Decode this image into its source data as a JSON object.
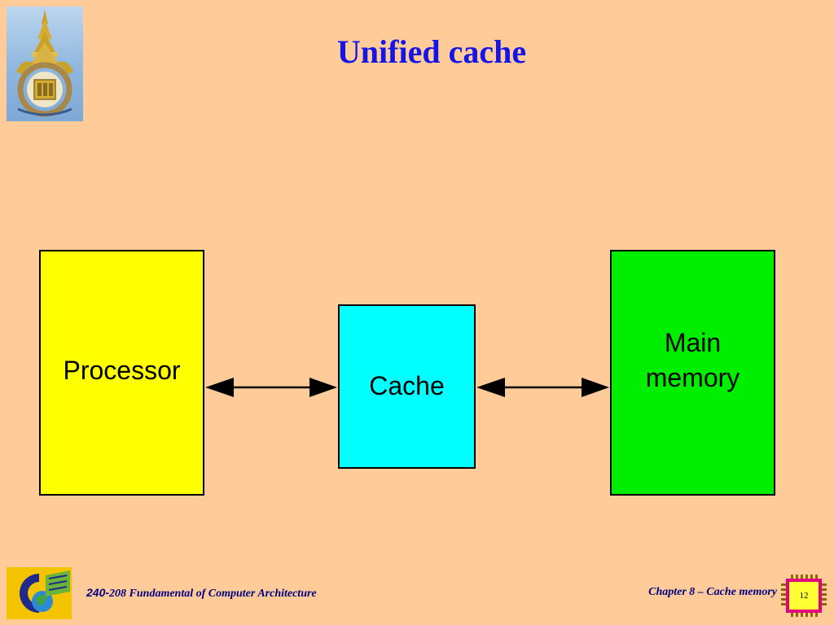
{
  "title": "Unified cache",
  "diagram": {
    "nodes": [
      {
        "id": "processor",
        "label": "Processor",
        "color": "#FFFF00"
      },
      {
        "id": "cache",
        "label": "Cache",
        "color": "#00FFFF"
      },
      {
        "id": "main_memory",
        "label": "Main\nmemory",
        "color": "#00EE00"
      }
    ],
    "edges": [
      {
        "from": "processor",
        "to": "cache",
        "direction": "bidirectional"
      },
      {
        "from": "cache",
        "to": "main_memory",
        "direction": "bidirectional"
      }
    ]
  },
  "footer": {
    "course_number": "240-",
    "course_rest": "208 Fundamental of Computer Architecture",
    "chapter": "Chapter 8 – Cache memory",
    "page": "12"
  },
  "colors": {
    "background": "#FFCC99",
    "title": "#1515E6",
    "footer_text": "#000080"
  }
}
